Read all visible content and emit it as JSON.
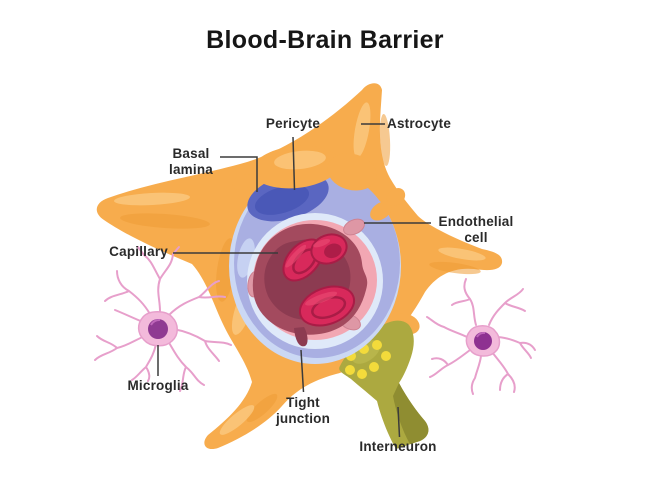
{
  "title": "Blood-Brain Barrier",
  "labels": {
    "pericyte": "Pericyte",
    "astrocyte": "Astrocyte",
    "basal_lamina": "Basal lamina",
    "endothelial_cell": "Endothelial cell",
    "capillary": "Capillary",
    "microglia": "Microglia",
    "tight_junction": "Tight junction",
    "interneuron": "Interneuron"
  },
  "palette": {
    "astrocyte_orange": "#F7AC4D",
    "astrocyte_shade": "#EF9D37",
    "astrocyte_highlight": "#FBC87E",
    "ring_outer_light": "#CBD8F4",
    "ring_outer": "#A9AFE2",
    "ring_band_light": "#C6D1F2",
    "pericyte_blue": "#5A66C1",
    "pericyte_blue_dark": "#4A58B7",
    "ring_pale": "#DFE9F9",
    "endothelial_pink": "#F2A7B3",
    "endothelial_nucleus": "#DE97A5",
    "endothelial_nucleus_edge": "#CE8292",
    "lumen_red": "#A34A5E",
    "lumen_dark": "#8C3B51",
    "rbc_red": "#D8295B",
    "rbc_dark": "#A91C46",
    "rbc_highlight": "#EF5077",
    "interneuron_olive": "#ACA940",
    "interneuron_dark": "#8F8D31",
    "interneuron_light": "#BEBA50",
    "vesicle_yellow": "#F3DB3B",
    "microglia_branch": "#E79FCB",
    "microglia_body": "#F3BADB",
    "microglia_nucleus": "#8F3A92",
    "microglia_nucleus_right": "#8E3191",
    "pointer_line": "#3B3B3B",
    "text_color": "#2A2A2A"
  }
}
